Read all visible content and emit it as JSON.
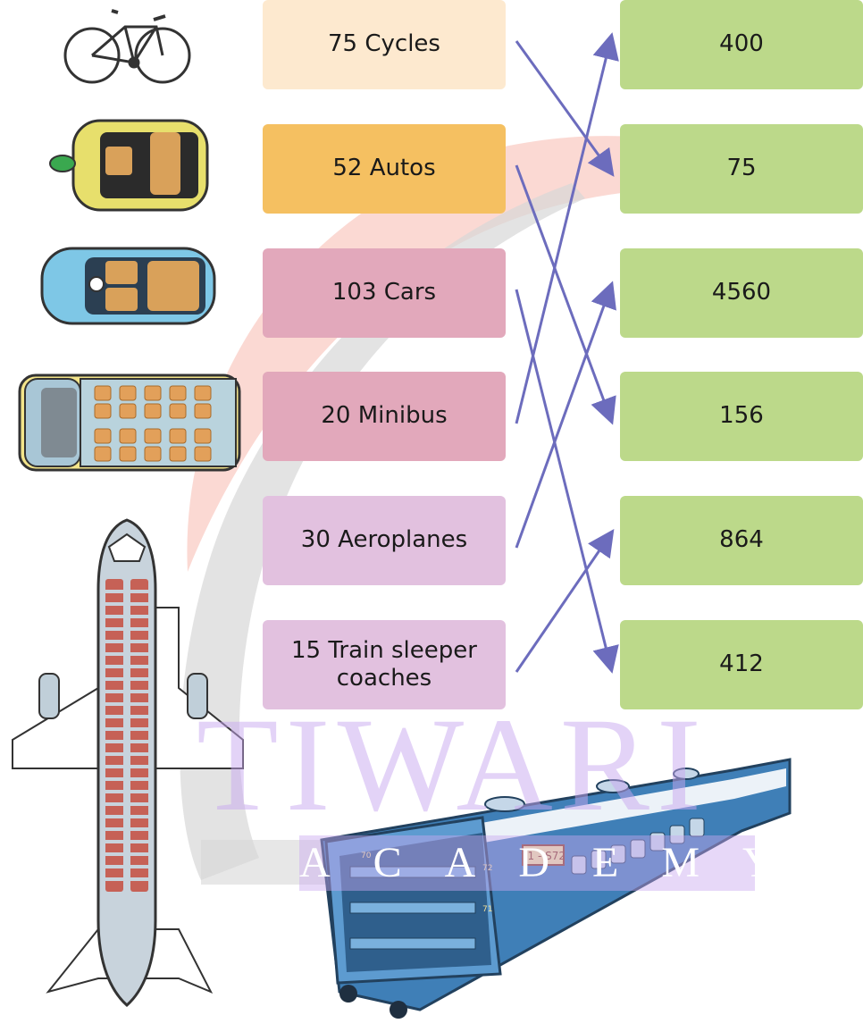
{
  "left_items": [
    {
      "label": "75 Cycles",
      "color": "#fde9cf"
    },
    {
      "label": "52 Autos",
      "color": "#f5c061"
    },
    {
      "label": "103 Cars",
      "color": "#e2a8bb"
    },
    {
      "label": "20 Minibus",
      "color": "#e2a8bb"
    },
    {
      "label": "30 Aeroplanes",
      "color": "#e2c1df"
    },
    {
      "label": "15 Train sleeper coaches",
      "color": "#e2c1df"
    }
  ],
  "right_items": [
    "400",
    "75",
    "4560",
    "156",
    "864",
    "412"
  ],
  "connections": [
    {
      "from": 0,
      "to": 1
    },
    {
      "from": 1,
      "to": 3
    },
    {
      "from": 2,
      "to": 5
    },
    {
      "from": 3,
      "to": 0
    },
    {
      "from": 4,
      "to": 2
    },
    {
      "from": 5,
      "to": 4
    }
  ],
  "arrow_color": "#6c6cbd",
  "train_coach_sign": "S1 - S72",
  "train_berth_numbers": [
    "70",
    "72",
    "71"
  ],
  "watermark": {
    "brand": "TIWARI",
    "sub": "ACADEMY"
  }
}
